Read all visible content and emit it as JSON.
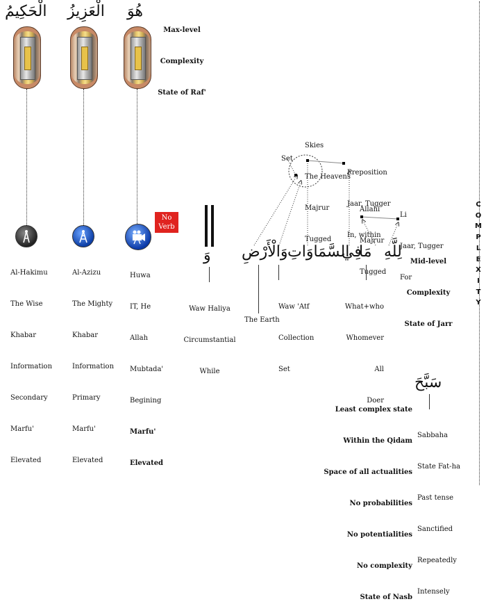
{
  "header": {
    "title_lines": [
      "Max-level",
      "Complexity",
      "State of Raf'"
    ]
  },
  "names": {
    "hakim": "الْحَكِيمُ",
    "aziz": "الْعَزِيزُ",
    "huwa": "هُوَ"
  },
  "columns": [
    {
      "lines": [
        "Al-Hakimu",
        "The Wise",
        "Khabar",
        "Information",
        "Secondary",
        "Marfu'",
        "Elevated"
      ],
      "icon": "antenna-icon"
    },
    {
      "lines": [
        "Al-Azizu",
        "The Mighty",
        "Khabar",
        "Information",
        "Primary",
        "Marfu'",
        "Elevated"
      ],
      "icon": "tower-icon"
    },
    {
      "lines": [
        "Huwa",
        "IT, He",
        "Allah",
        "Mubtada'",
        "Begining",
        "Marfu'",
        "Elevated"
      ],
      "icon": "camera-icon"
    }
  ],
  "no_verb": "No Verb",
  "waw_haliya": {
    "glyph": "وَ",
    "lines": [
      "Waw Haliya",
      "Circumstantial",
      "While"
    ]
  },
  "verse": {
    "ard": "وَالْأَرْضِ",
    "samawat": "السَّمَاوَاتِ",
    "fi": "فِي",
    "ma": "مَا",
    "lillah": "لِلَّهِ"
  },
  "labels": {
    "earth": "The Earth",
    "waw_atf": [
      "Waw 'Atf",
      "Collection",
      "Set"
    ],
    "ma": [
      "What+who",
      "Whomever",
      "All",
      "Doer"
    ],
    "skies": [
      "Skies",
      "The Heavens",
      "Majrur",
      "Tugged"
    ],
    "set": "Set",
    "preposition": [
      "Preposition",
      "Jaar, Tugger",
      "In, within"
    ],
    "allahi": [
      "Allahi",
      "Majrur",
      "Tugged"
    ],
    "li": [
      "Li",
      "Jaar, Tugger",
      "For"
    ]
  },
  "mid_level": [
    "Mid-level",
    "Complexity",
    "State of Jarr"
  ],
  "sabbaha": {
    "glyph": "سَبَّحَ",
    "lines": [
      "Sabbaha",
      "State Fat-ha",
      "Past tense",
      "Sanctified",
      "Repeatedly",
      "Intensely"
    ]
  },
  "least": [
    "Least complex state",
    "Within the Qidam",
    "Space of all actualities",
    "No probabilities",
    "No potentialities",
    "No complexity",
    "State of Nasb"
  ],
  "sidebar": [
    "C",
    "O",
    "M",
    "P",
    "L",
    "E",
    "X",
    "I",
    "T",
    "Y"
  ],
  "colors": {
    "badge": "#e0231f",
    "icon_blue": "#1e63d8",
    "icon_dark": "#333333"
  }
}
